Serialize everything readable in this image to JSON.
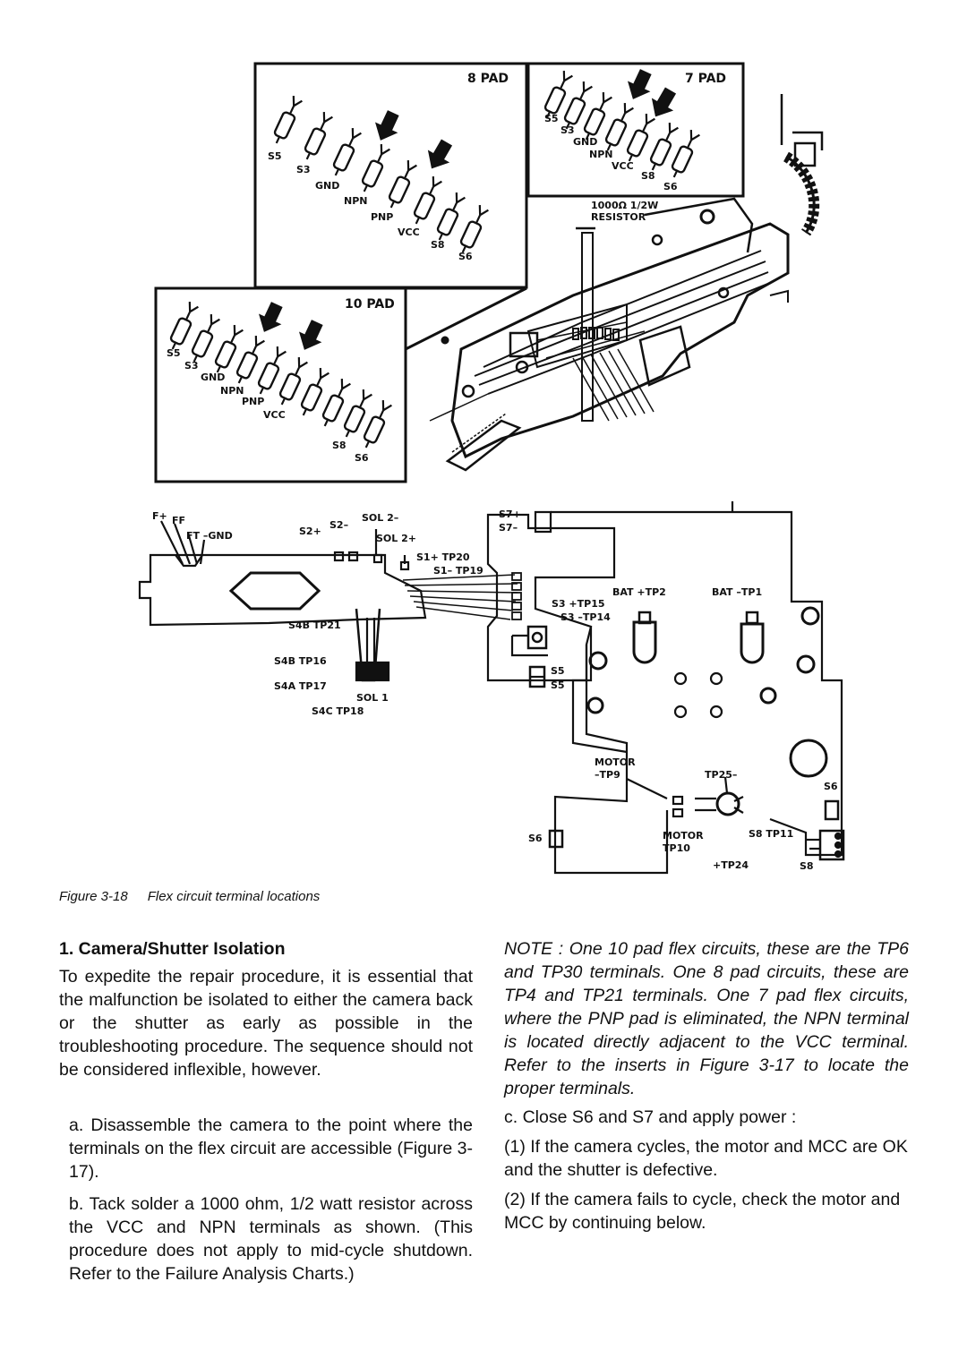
{
  "figure": {
    "number": "Figure 3-18",
    "title": "Flex circuit terminal locations",
    "insets": {
      "pad8": {
        "title": "8 PAD",
        "labels": [
          "S5",
          "S3",
          "GND",
          "NPN",
          "PNP",
          "VCC",
          "S8",
          "S6"
        ]
      },
      "pad7": {
        "title": "7 PAD",
        "labels": [
          "S5",
          "S3",
          "GND",
          "NPN",
          "VCC",
          "S8",
          "S6"
        ]
      },
      "pad10": {
        "title": "10 PAD",
        "labels": [
          "S5",
          "S3",
          "GND",
          "NPN",
          "PNP",
          "VCC",
          "S8",
          "S6"
        ]
      },
      "resistor": {
        "line1": "1000Ω 1/2W",
        "line2": "RESISTOR"
      }
    },
    "flex_labels": {
      "fplus": "F+",
      "ff": "FF",
      "ft_gnd": "FT –GND",
      "s2plus": "S2+",
      "s2minus": "S2–",
      "sol2minus": "SOL 2–",
      "sol2plus": "SOL 2+",
      "s1plus_tp20": "S1+ TP20",
      "s1minus_tp19": "S1– TP19",
      "s7plus": "S7+",
      "s7minus": "S7–",
      "bat_plus_tp2": "BAT +TP2",
      "bat_minus_tp1": "BAT –TP1",
      "s3plus_tp15": "S3 +TP15",
      "s3minus_tp14": "S3 –TP14",
      "s5a": "S5",
      "s5b": "S5",
      "s4b_tp21": "S4B TP21",
      "s4b_tp16": "S4B TP16",
      "s4a_tp17": "S4A TP17",
      "sol1": "SOL 1",
      "s4c_tp18": "S4C TP18",
      "motor_tp9_a": "MOTOR",
      "motor_tp9_b": "–TP9",
      "tp25": "TP25–",
      "s6a": "S6",
      "s6b": "S6",
      "motor_tp10_a": "MOTOR",
      "motor_tp10_b": "TP10",
      "tp24": "+TP24",
      "s8_tp11": "S8 TP11",
      "s8": "S8"
    }
  },
  "left_column": {
    "heading": "1. Camera/Shutter Isolation",
    "intro": "To expedite the repair procedure, it is essential that the malfunction be isolated to either the camera back or the shutter as early as possible in the troubleshooting procedure. The sequence should not be considered inflexible, however.",
    "step_a": "a. Disassemble the camera to the point where the terminals on the flex circuit are accessible (Figure 3-17).",
    "step_b": "b. Tack solder a 1000 ohm, 1/2 watt resistor across the VCC and NPN terminals as shown. (This procedure does not apply to mid-cycle shutdown. Refer to the Failure Analysis Charts.)"
  },
  "right_column": {
    "note": "NOTE : One 10 pad flex circuits, these are the TP6 and TP30 terminals. One 8 pad circuits, these are TP4 and TP21 terminals. One 7 pad flex circuits, where the PNP pad is eliminated, the NPN terminal is located directly adjacent to the VCC terminal. Refer to the inserts in Figure 3-17 to locate the proper terminals.",
    "step_c": "c. Close S6 and S7 and apply power :",
    "sub1": "(1) If the camera cycles, the motor and MCC are OK and the shutter is defective.",
    "sub2": "(2) If the camera fails to cycle, check the motor and MCC by continuing below."
  }
}
